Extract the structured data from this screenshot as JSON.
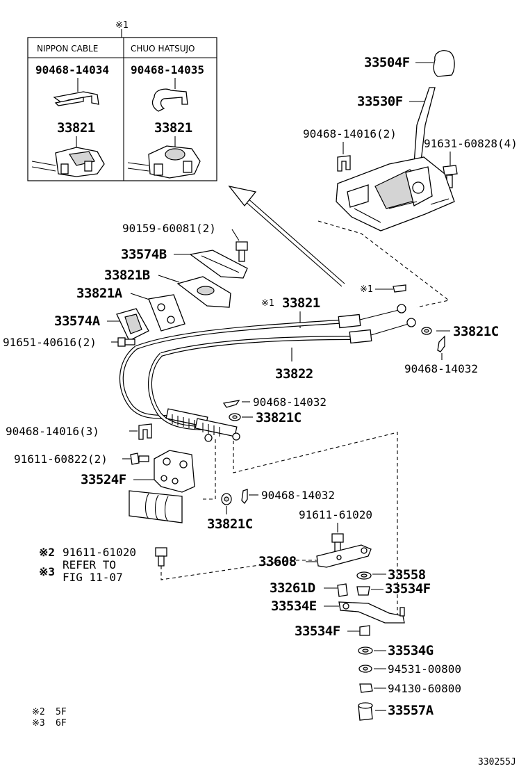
{
  "inset": {
    "note_mark": "※1",
    "columns": [
      {
        "header": "NIPPON CABLE",
        "part_clip": "90468-14034",
        "part_cable": "33821"
      },
      {
        "header": "CHUO HATSUJO",
        "part_clip": "90468-14035",
        "part_cable": "33821"
      }
    ]
  },
  "labels": {
    "p33504F": "33504F",
    "p33530F": "33530F",
    "p90468_14016_2": "90468-14016(2)",
    "p91631_60828_4": "91631-60828(4)",
    "p90159_60081_2": "90159-60081(2)",
    "p33574B": "33574B",
    "p33821B": "33821B",
    "p33821A": "33821A",
    "p33574A": "33574A",
    "p91651_40616_2": "91651-40616(2)",
    "note1_small": "※1",
    "note1_cable": "※1",
    "p33821": "33821",
    "p33822": "33822",
    "p33821C_a": "33821C",
    "p90468_14032_a": "90468-14032",
    "p90468_14032_b": "90468-14032",
    "p33821C_b": "33821C",
    "p90468_14016_3": "90468-14016(3)",
    "p91611_60822_2": "91611-60822(2)",
    "p33524F": "33524F",
    "p90468_14032_c": "90468-14032",
    "p33821C_c": "33821C",
    "p91611_61020_a": "91611-61020",
    "note2_mark": "※2",
    "p91611_61020_b": "91611-61020",
    "refer_line1": "REFER TO",
    "note3_mark": "※3",
    "refer_line2": "FIG 11-07",
    "p33608": "33608",
    "p33558": "33558",
    "p33261D": "33261D",
    "p33534F_a": "33534F",
    "p33534E": "33534E",
    "p33534F_b": "33534F",
    "p33534G": "33534G",
    "p94531_00800": "94531-00800",
    "p94130_60800": "94130-60800",
    "p33557A": "33557A"
  },
  "footnotes": [
    {
      "mark": "※2",
      "text": "5F"
    },
    {
      "mark": "※3",
      "text": "6F"
    }
  ],
  "figure_code": "330255J"
}
